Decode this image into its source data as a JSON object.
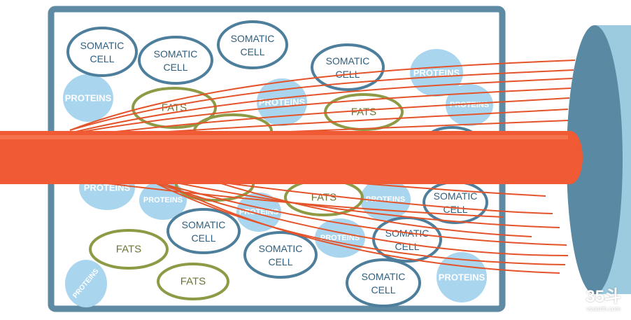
{
  "colors": {
    "frame": "#5f8aa3",
    "tank_fill": "#ffffff",
    "somatic_stroke": "#4d7f9c",
    "somatic_text": "#2f5f7e",
    "fats_stroke": "#8e9a46",
    "fats_text": "#6d7534",
    "proteins_fill": "#a9d6ee",
    "proteins_text": "#ffffff",
    "fiber": "#e4532a",
    "bar": "#f05a34",
    "cylinder_side": "#9ccbe0",
    "cylinder_face": "#5a8aa3"
  },
  "labels": {
    "somatic_line1": "SOMATIC",
    "somatic_line2": "CELL",
    "fats": "FATS",
    "proteins": "PROTEINS"
  },
  "watermark": {
    "big": "35斗",
    "small": "vcearth.com"
  }
}
